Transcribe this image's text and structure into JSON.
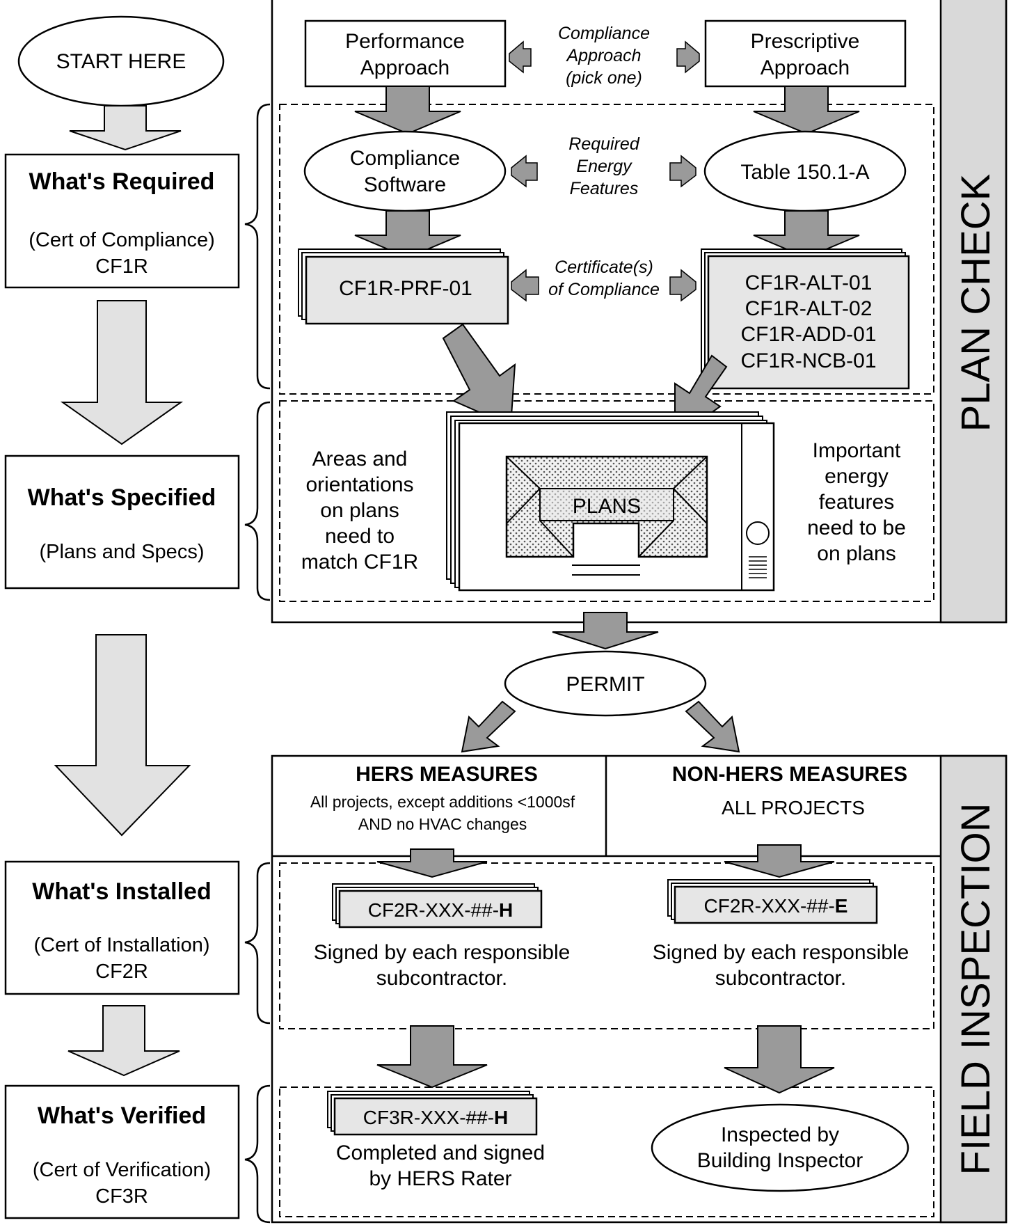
{
  "left_column": {
    "start": "START HERE",
    "required": {
      "title": "What's Required",
      "sub1": "(Cert of Compliance)",
      "sub2": "CF1R"
    },
    "specified": {
      "title": "What's Specified",
      "sub1": "(Plans and Specs)"
    },
    "installed": {
      "title": "What's Installed",
      "sub1": "(Cert of Installation)",
      "sub2": "CF2R"
    },
    "verified": {
      "title": "What's Verified",
      "sub1": "(Cert of Verification)",
      "sub2": "CF3R"
    }
  },
  "plan_check": {
    "side_label": "PLAN CHECK",
    "performance": {
      "line1": "Performance",
      "line2": "Approach"
    },
    "prescriptive": {
      "line1": "Prescriptive",
      "line2": "Approach"
    },
    "compliance_approach": {
      "line1": "Compliance",
      "line2": "Approach",
      "line3": "(pick one)"
    },
    "software": {
      "line1": "Compliance",
      "line2": "Software"
    },
    "table": "Table 150.1-A",
    "required_features": {
      "line1": "Required",
      "line2": "Energy",
      "line3": "Features"
    },
    "prf": "CF1R-PRF-01",
    "certificates": {
      "line1": "Certificate(s)",
      "line2": "of Compliance"
    },
    "cf1r_forms": [
      "CF1R-ALT-01",
      "CF1R-ALT-02",
      "CF1R-ADD-01",
      "CF1R-NCB-01"
    ],
    "areas_note": [
      "Areas and",
      "orientations",
      "on plans",
      "need to",
      "match CF1R"
    ],
    "plans": "PLANS",
    "important_note": [
      "Important",
      "energy",
      "features",
      "need to be",
      "on plans"
    ]
  },
  "permit": "PERMIT",
  "field_inspection": {
    "side_label": "FIELD INSPECTION",
    "hers": {
      "title": "HERS MEASURES",
      "line1": "All projects, except additions <1000sf",
      "line2": "AND no HVAC changes"
    },
    "non_hers": {
      "title": "NON-HERS MEASURES",
      "line1": "ALL PROJECTS"
    },
    "cf2r_h": {
      "prefix": "CF2R-XXX-##-",
      "suffix": "H"
    },
    "cf2r_e": {
      "prefix": "CF2R-XXX-##-",
      "suffix": "E"
    },
    "signed": {
      "line1": "Signed by each responsible",
      "line2": "subcontractor."
    },
    "cf3r_h": {
      "prefix": "CF3R-XXX-##-",
      "suffix": "H"
    },
    "rater": {
      "line1": "Completed and signed",
      "line2": "by HERS Rater"
    },
    "inspector": {
      "line1": "Inspected by",
      "line2": "Building Inspector"
    }
  },
  "colors": {
    "arrow_dark": "#9a9a9a",
    "arrow_light": "#e2e2e2",
    "box_fill": "#e6e6e6",
    "side_band": "#d9d9d9"
  }
}
